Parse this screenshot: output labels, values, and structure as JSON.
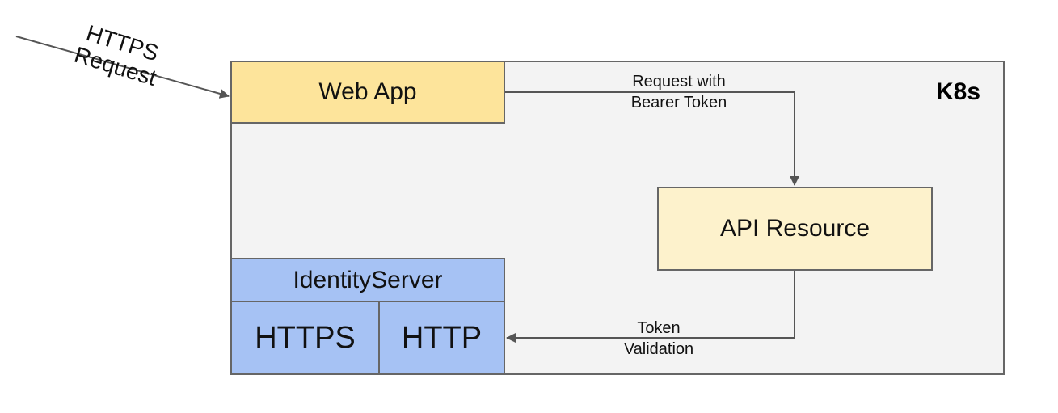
{
  "diagram": {
    "cluster_label": "K8s",
    "nodes": {
      "web_app": "Web App",
      "api_resource": "API Resource",
      "identity_server": {
        "title": "IdentityServer",
        "https": "HTTPS",
        "http": "HTTP"
      }
    },
    "edges": {
      "incoming": {
        "line1": "HTTPS",
        "line2": "Request"
      },
      "web_to_api": {
        "line1": "Request with",
        "line2": "Bearer Token"
      },
      "api_to_identity": {
        "line1": "Token",
        "line2": "Validation"
      }
    },
    "colors": {
      "web_app_fill": "#fde49b",
      "api_resource_fill": "#fdf2cc",
      "identity_server_fill": "#a6c2f4",
      "cluster_fill": "#f3f3f3",
      "line": "#555555"
    }
  }
}
